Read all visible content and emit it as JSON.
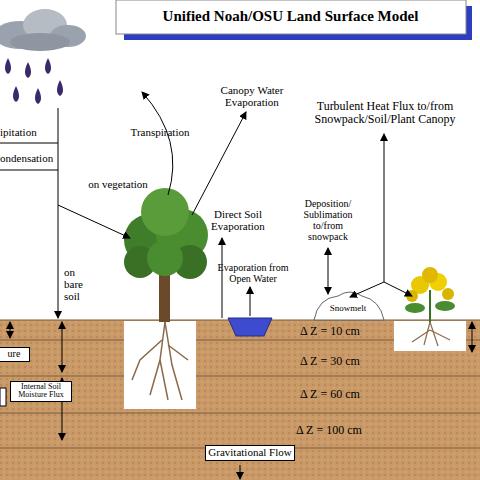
{
  "diagram": {
    "title": "Unified Noah/OSU Land Surface Model",
    "nodes": [
      {
        "text": [
          "ure"
        ]
      },
      {
        "text": [
          "Internal Soil Moisture Flux"
        ]
      },
      {
        "text": [
          "Gravitational Flow"
        ]
      }
    ],
    "labels": [
      "ipitation",
      "ondensation",
      "on vegetation",
      "on bare soil",
      "Transpiration",
      "Canopy Water Evaporation",
      "Turbulent Heat Flux to/from Snowpack/Soil/Plant Canopy",
      "Direct Soil Evaporation",
      "Deposition/ Sublimation to/from snowpack",
      "Evaporation from Open Water",
      "Snowmelt",
      "Δ Z = 10 cm",
      "Δ Z = 30 cm",
      "Δ Z = 60 cm",
      "Δ Z = 100 cm"
    ]
  }
}
